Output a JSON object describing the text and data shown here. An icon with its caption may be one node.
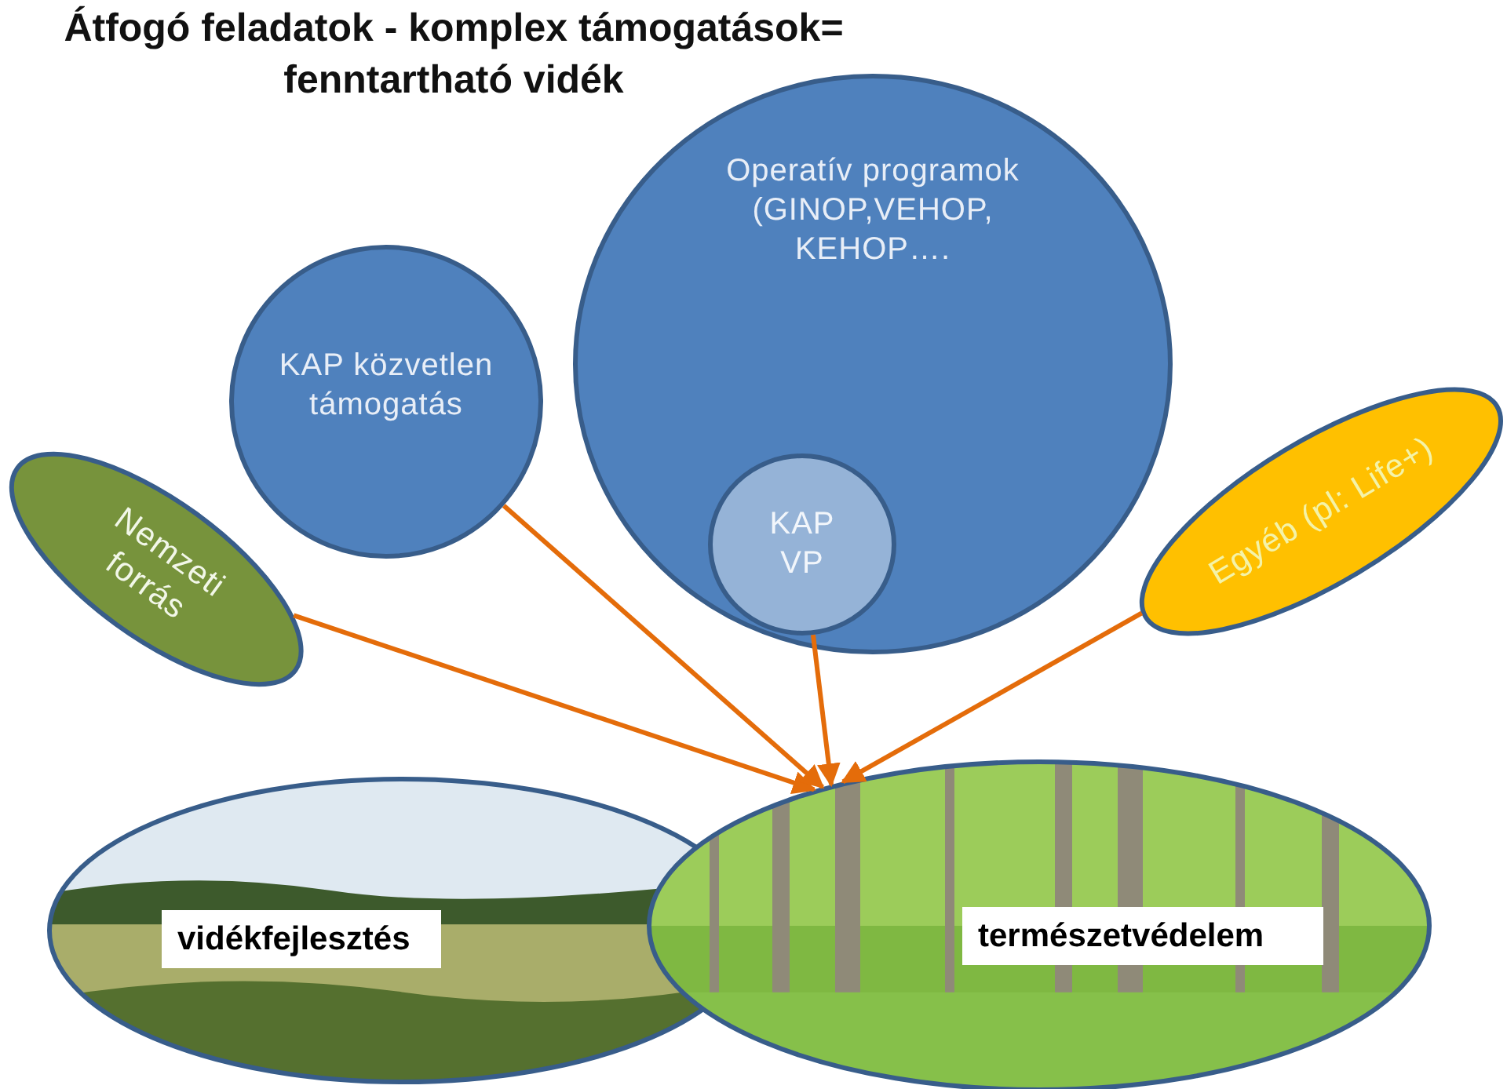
{
  "diagram": {
    "title": "Átfogó feladatok - komplex támogatások= fenntartható vidék",
    "nodes": [
      {
        "text": [
          "Nemzeti forrás"
        ]
      },
      {
        "text": [
          "KAP közvetlen támogatás"
        ]
      },
      {
        "text": [
          "Operatív programok (GINOP,VEHOP, KEHOP…."
        ]
      },
      {
        "text": [
          "KAP VP"
        ],
        "in": 2
      },
      {
        "text": [
          "Egyéb (pl: Life+)"
        ]
      },
      {
        "text": [
          "vidékfejlesztés"
        ]
      },
      {
        "text": [
          "természetvédelem"
        ]
      }
    ],
    "edges": [
      {
        "from": 0,
        "to": 6,
        "arrow": "to"
      },
      {
        "from": 1,
        "to": 6,
        "arrow": "to"
      },
      {
        "from": 3,
        "to": 6,
        "arrow": "to"
      },
      {
        "from": 4,
        "to": 6,
        "arrow": "to"
      }
    ]
  }
}
